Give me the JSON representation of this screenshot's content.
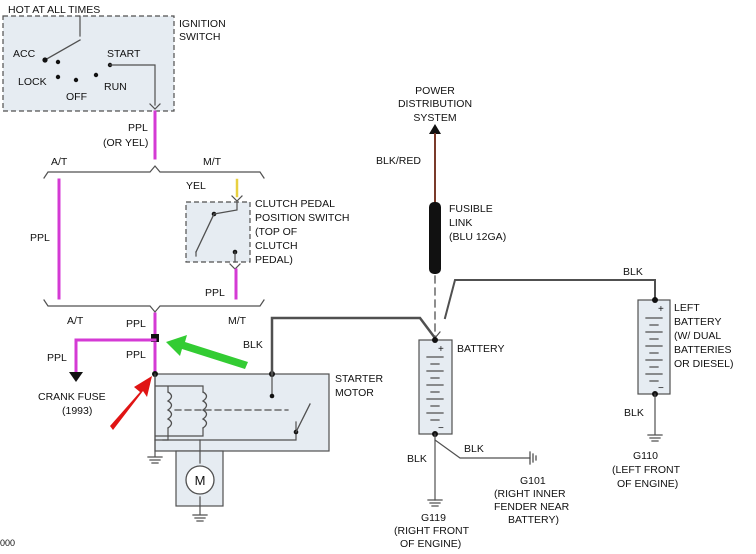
{
  "colors": {
    "wire": "#505050",
    "ppl_wire": "#d43ad4",
    "blk_red_wire": "#7a3a2a",
    "box_fill": "#e6ecf2",
    "frame": "#505050",
    "green_arrow": "#33cc33",
    "red_arrow": "#e01414"
  },
  "ignition": {
    "hot_label": "HOT AT ALL TIMES",
    "title_line1": "IGNITION",
    "title_line2": "SWITCH",
    "acc": "ACC",
    "start": "START",
    "lock": "LOCK",
    "run": "RUN",
    "off": "OFF"
  },
  "labels": {
    "ppl_or_yel_1": "PPL",
    "ppl_or_yel_2": "(OR YEL)",
    "at_top": "A/T",
    "mt_top": "M/T",
    "ppl_left": "PPL",
    "yel": "YEL",
    "clutch_1": "CLUTCH PEDAL",
    "clutch_2": "POSITION SWITCH",
    "clutch_3": "(TOP OF",
    "clutch_4": "CLUTCH",
    "clutch_5": "PEDAL)",
    "ppl_clutch": "PPL",
    "at_bottom": "A/T",
    "ppl_center": "PPL",
    "mt_bottom": "M/T",
    "ppl_crank": "PPL",
    "ppl_center2": "PPL",
    "crank_1": "CRANK FUSE",
    "crank_2": "(1993)",
    "blk_starter": "BLK",
    "starter_1": "STARTER",
    "starter_2": "MOTOR",
    "motor_symbol": "M",
    "power_1": "POWER",
    "power_2": "DISTRIBUTION",
    "power_3": "SYSTEM",
    "blk_red": "BLK/RED",
    "fusible_1": "FUSIBLE",
    "fusible_2": "LINK",
    "fusible_3": "(BLU 12GA)",
    "battery": "BATTERY",
    "battery_plus": "+",
    "battery_minus": "−",
    "blk_g101": "BLK",
    "blk_g119": "BLK",
    "g101_1": "G101",
    "g101_2": "(RIGHT INNER",
    "g101_3": "FENDER NEAR",
    "g101_4": "BATTERY)",
    "g119_1": "G119",
    "g119_2": "(RIGHT FRONT",
    "g119_3": "OF ENGINE)",
    "blk_left_top": "BLK",
    "left_batt_1": "LEFT",
    "left_batt_2": "BATTERY",
    "left_batt_3": "(W/ DUAL",
    "left_batt_4": "BATTERIES",
    "left_batt_5": "OR DIESEL)",
    "left_batt_plus": "+",
    "left_batt_minus": "−",
    "blk_left_bottom": "BLK",
    "g110_1": "G110",
    "g110_2": "(LEFT FRONT",
    "g110_3": "OF ENGINE)",
    "corner": "000"
  }
}
